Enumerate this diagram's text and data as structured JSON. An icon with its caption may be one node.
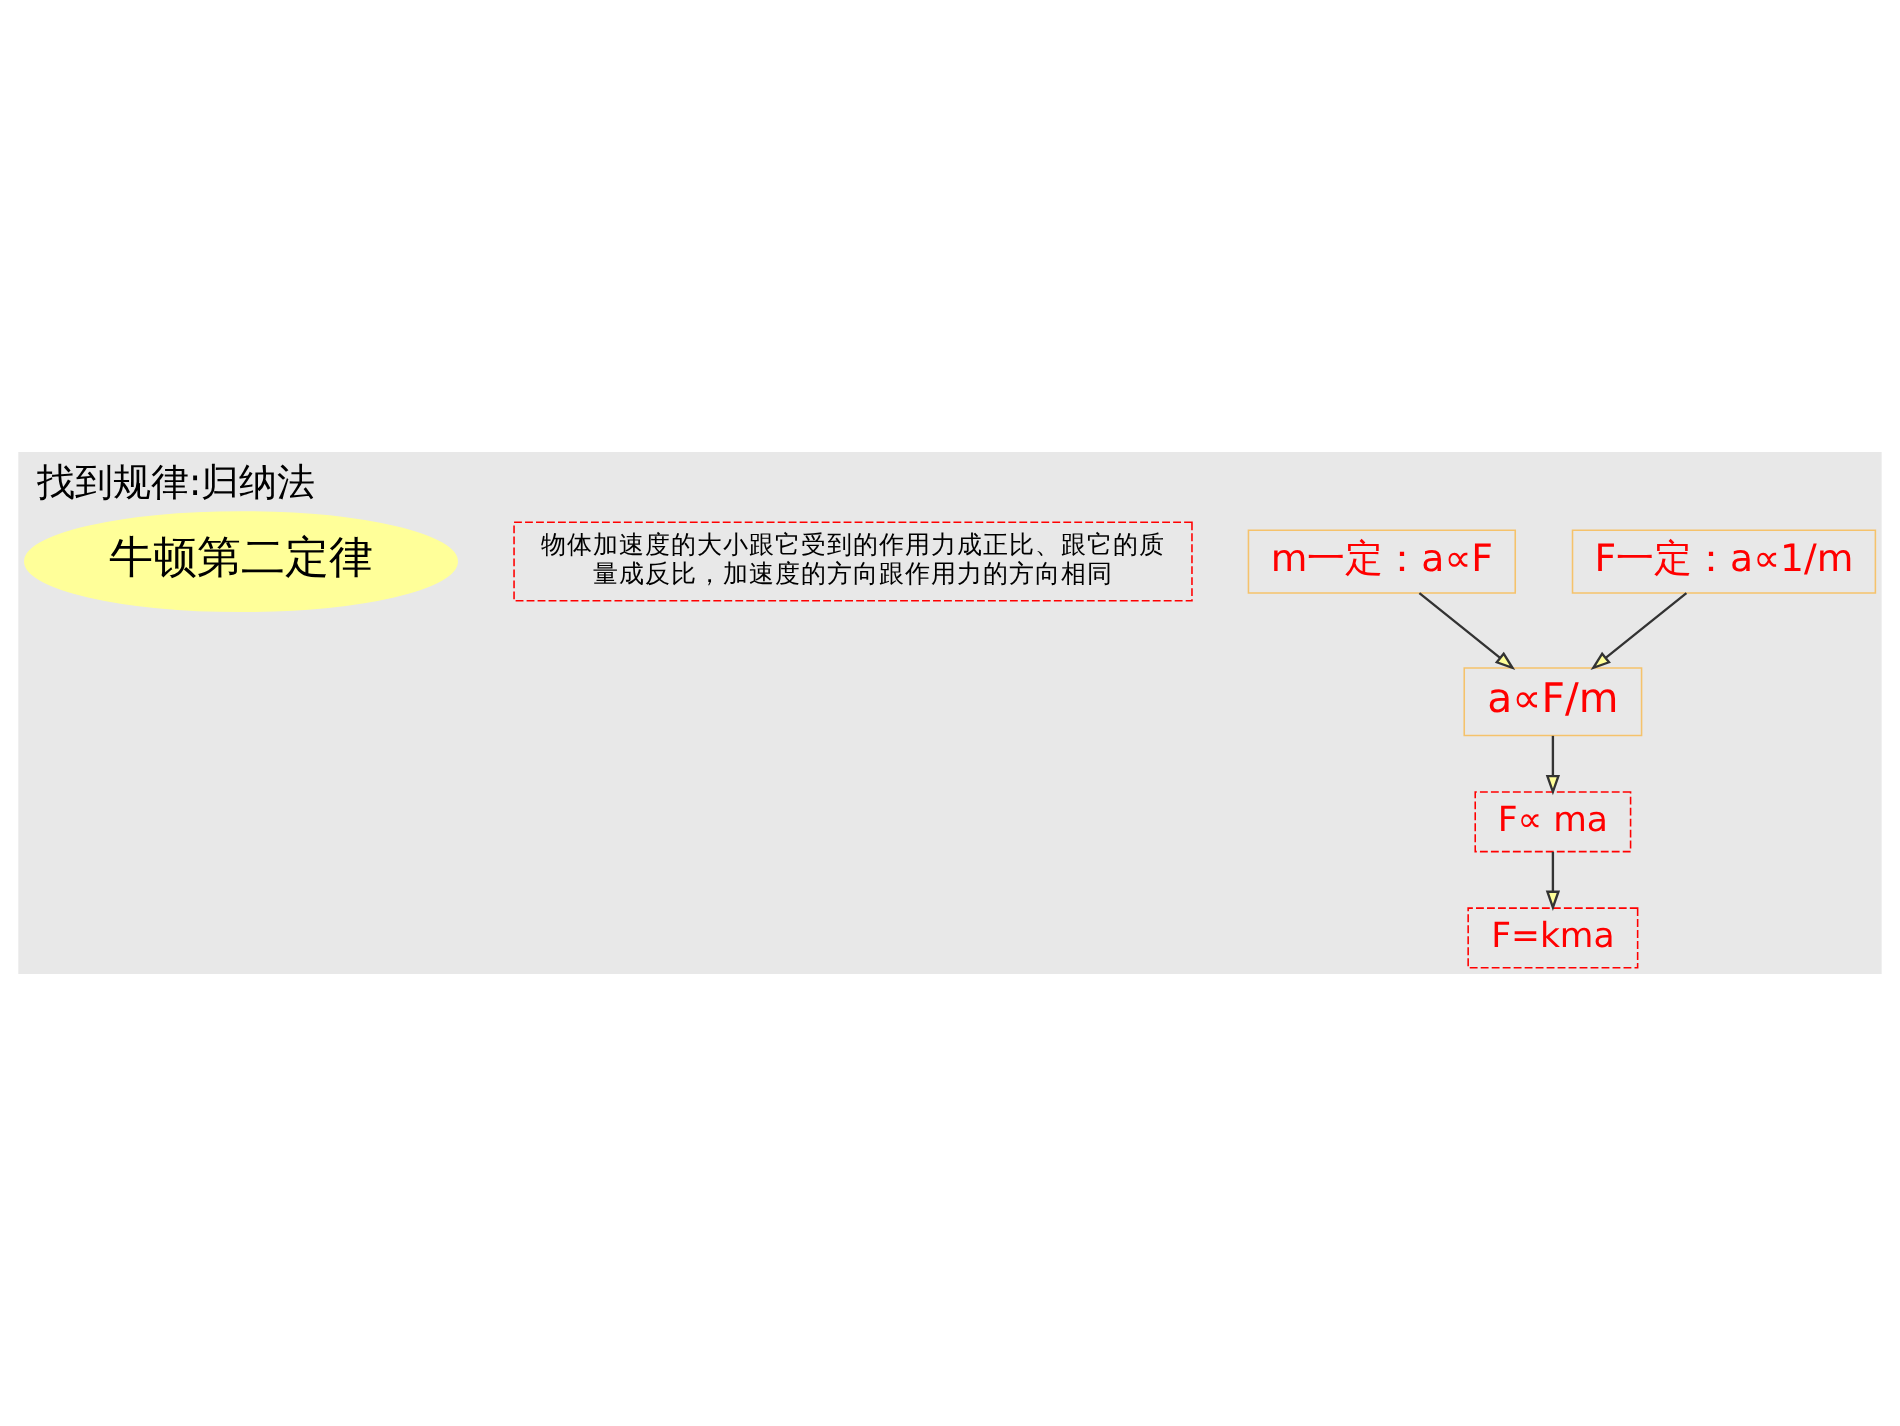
{
  "diagram": {
    "title": "找到规律:归纳法",
    "nodes": [
      {
        "text": [
          "牛顿第二定律"
        ]
      },
      {
        "text": [
          "物体加速度的大小跟它受到的作用力成正比、跟它的质量成反比，加速度的方向跟作用力的方向相同"
        ]
      },
      {
        "text": [
          "m一定：a∝F"
        ]
      },
      {
        "text": [
          "F一定：a∝1/m"
        ]
      },
      {
        "text": [
          "a∝F/m"
        ]
      },
      {
        "text": [
          "F∝ ma"
        ]
      },
      {
        "text": [
          "F=kma"
        ]
      }
    ],
    "edges": [
      {
        "from": 2,
        "to": 4,
        "arrow": "to"
      },
      {
        "from": 3,
        "to": 4,
        "arrow": "to"
      },
      {
        "from": 4,
        "to": 5,
        "arrow": "to"
      },
      {
        "from": 5,
        "to": 6,
        "arrow": "to"
      }
    ]
  }
}
